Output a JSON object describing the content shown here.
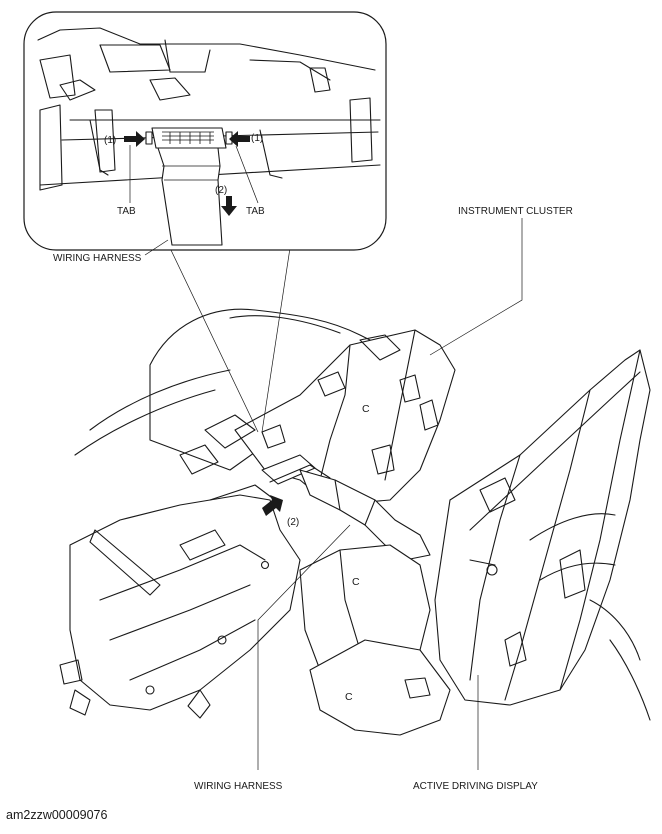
{
  "labels": {
    "instrument_cluster": "INSTRUMENT CLUSTER",
    "wiring_harness_inset": "WIRING HARNESS",
    "wiring_harness_main": "WIRING HARNESS",
    "active_driving_display": "ACTIVE DRIVING DISPLAY",
    "tab_left": "TAB",
    "tab_right": "TAB",
    "step_1_left": "(1)",
    "step_1_right": "(1)",
    "step_2_inset": "(2)",
    "step_2_main": "(2)",
    "letter_c_cluster": "C",
    "letter_c_bracket_small": "C",
    "letter_c_bracket_large": "C"
  },
  "figure_id": "am2zzw00009076"
}
